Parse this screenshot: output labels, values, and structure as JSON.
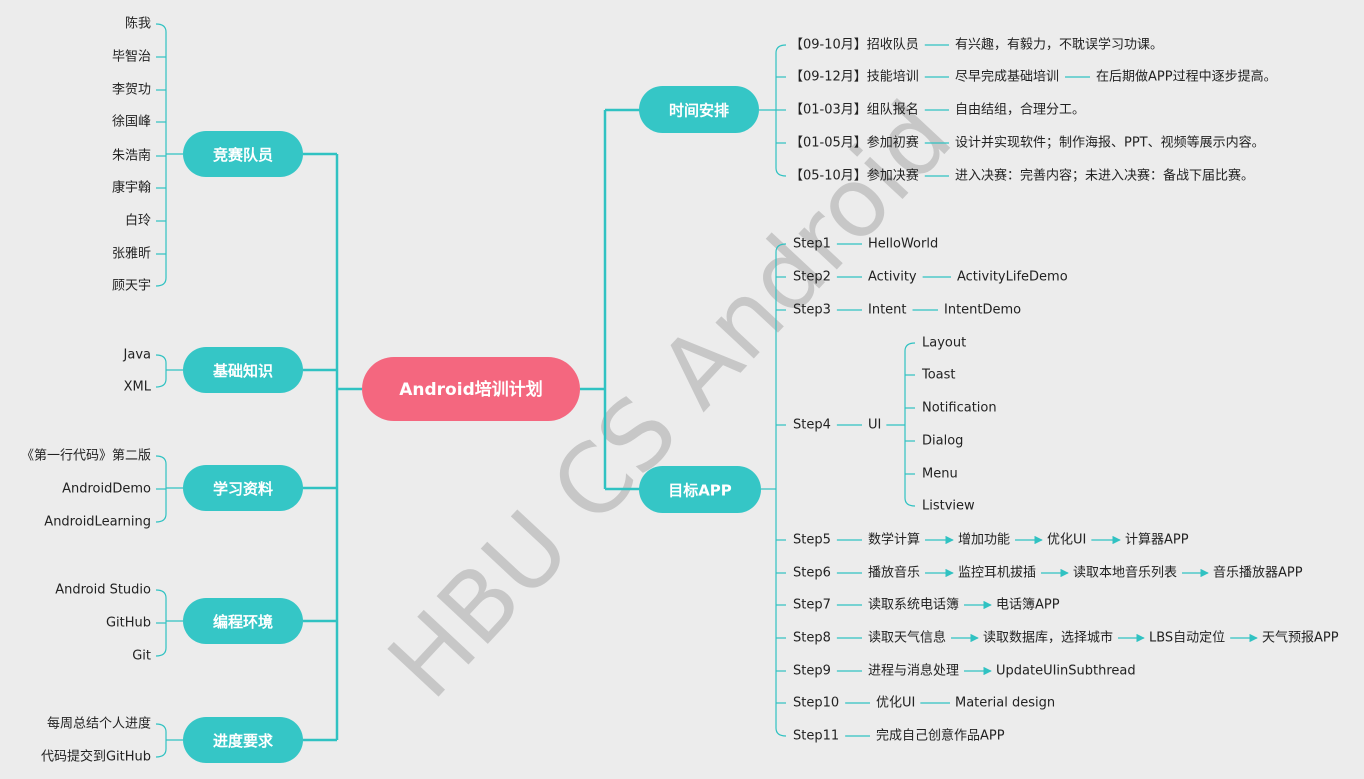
{
  "colors": {
    "background": "#ececec",
    "line": "#30c2c2",
    "pill": "#35c6c6",
    "center": "#f4677f",
    "text": "#222222",
    "watermark": "#9c9c9c"
  },
  "watermark": "HBU CS Android",
  "center": "Android培训计划",
  "left": {
    "members": {
      "label": "竞赛队员",
      "items": [
        "陈我",
        "毕智治",
        "李贺功",
        "徐国峰",
        "朱浩南",
        "康宇翰",
        "白玲",
        "张雅昕",
        "顾天宇"
      ]
    },
    "basics": {
      "label": "基础知识",
      "items": [
        "Java",
        "XML"
      ]
    },
    "materials": {
      "label": "学习资料",
      "items": [
        "《第一行代码》第二版",
        "AndroidDemo",
        "AndroidLearning"
      ]
    },
    "env": {
      "label": "编程环境",
      "items": [
        "Android Studio",
        "GitHub",
        "Git"
      ]
    },
    "progress": {
      "label": "进度要求",
      "items": [
        "每周总结个人进度",
        "代码提交到GitHub"
      ]
    }
  },
  "schedule": {
    "label": "时间安排",
    "rows": [
      {
        "time": "【09-10月】招收队员",
        "detail": "有兴趣，有毅力，不耽误学习功课。"
      },
      {
        "time": "【09-12月】技能培训",
        "detail": "尽早完成基础培训",
        "extra": "在后期做APP过程中逐步提高。"
      },
      {
        "time": "【01-03月】组队报名",
        "detail": "自由结组，合理分工。"
      },
      {
        "time": "【01-05月】参加初赛",
        "detail": "设计并实现软件；制作海报、PPT、视频等展示内容。"
      },
      {
        "time": "【05-10月】参加决赛",
        "detail": "进入决赛：完善内容；未进入决赛：备战下届比赛。"
      }
    ]
  },
  "app": {
    "label": "目标APP",
    "steps": [
      {
        "step": "Step1",
        "items": [
          "HelloWorld"
        ]
      },
      {
        "step": "Step2",
        "items": [
          "Activity",
          "ActivityLifeDemo"
        ]
      },
      {
        "step": "Step3",
        "items": [
          "Intent",
          "IntentDemo"
        ]
      },
      {
        "step": "Step4",
        "items": [
          "UI"
        ],
        "children": [
          "Layout",
          "Toast",
          "Notification",
          "Dialog",
          "Menu",
          "Listview"
        ]
      },
      {
        "step": "Step5",
        "items": [
          "数学计算",
          "增加功能",
          "优化UI",
          "计算器APP"
        ]
      },
      {
        "step": "Step6",
        "items": [
          "播放音乐",
          "监控耳机拔插",
          "读取本地音乐列表",
          "音乐播放器APP"
        ]
      },
      {
        "step": "Step7",
        "items": [
          "读取系统电话簿",
          "电话簿APP"
        ]
      },
      {
        "step": "Step8",
        "items": [
          "读取天气信息",
          "读取数据库，选择城市",
          "LBS自动定位",
          "天气预报APP"
        ]
      },
      {
        "step": "Step9",
        "items": [
          "进程与消息处理",
          "UpdateUIinSubthread"
        ]
      },
      {
        "step": "Step10",
        "items": [
          "优化UI",
          "Material design"
        ]
      },
      {
        "step": "Step11",
        "items": [
          "完成自己创意作品APP"
        ]
      }
    ]
  }
}
